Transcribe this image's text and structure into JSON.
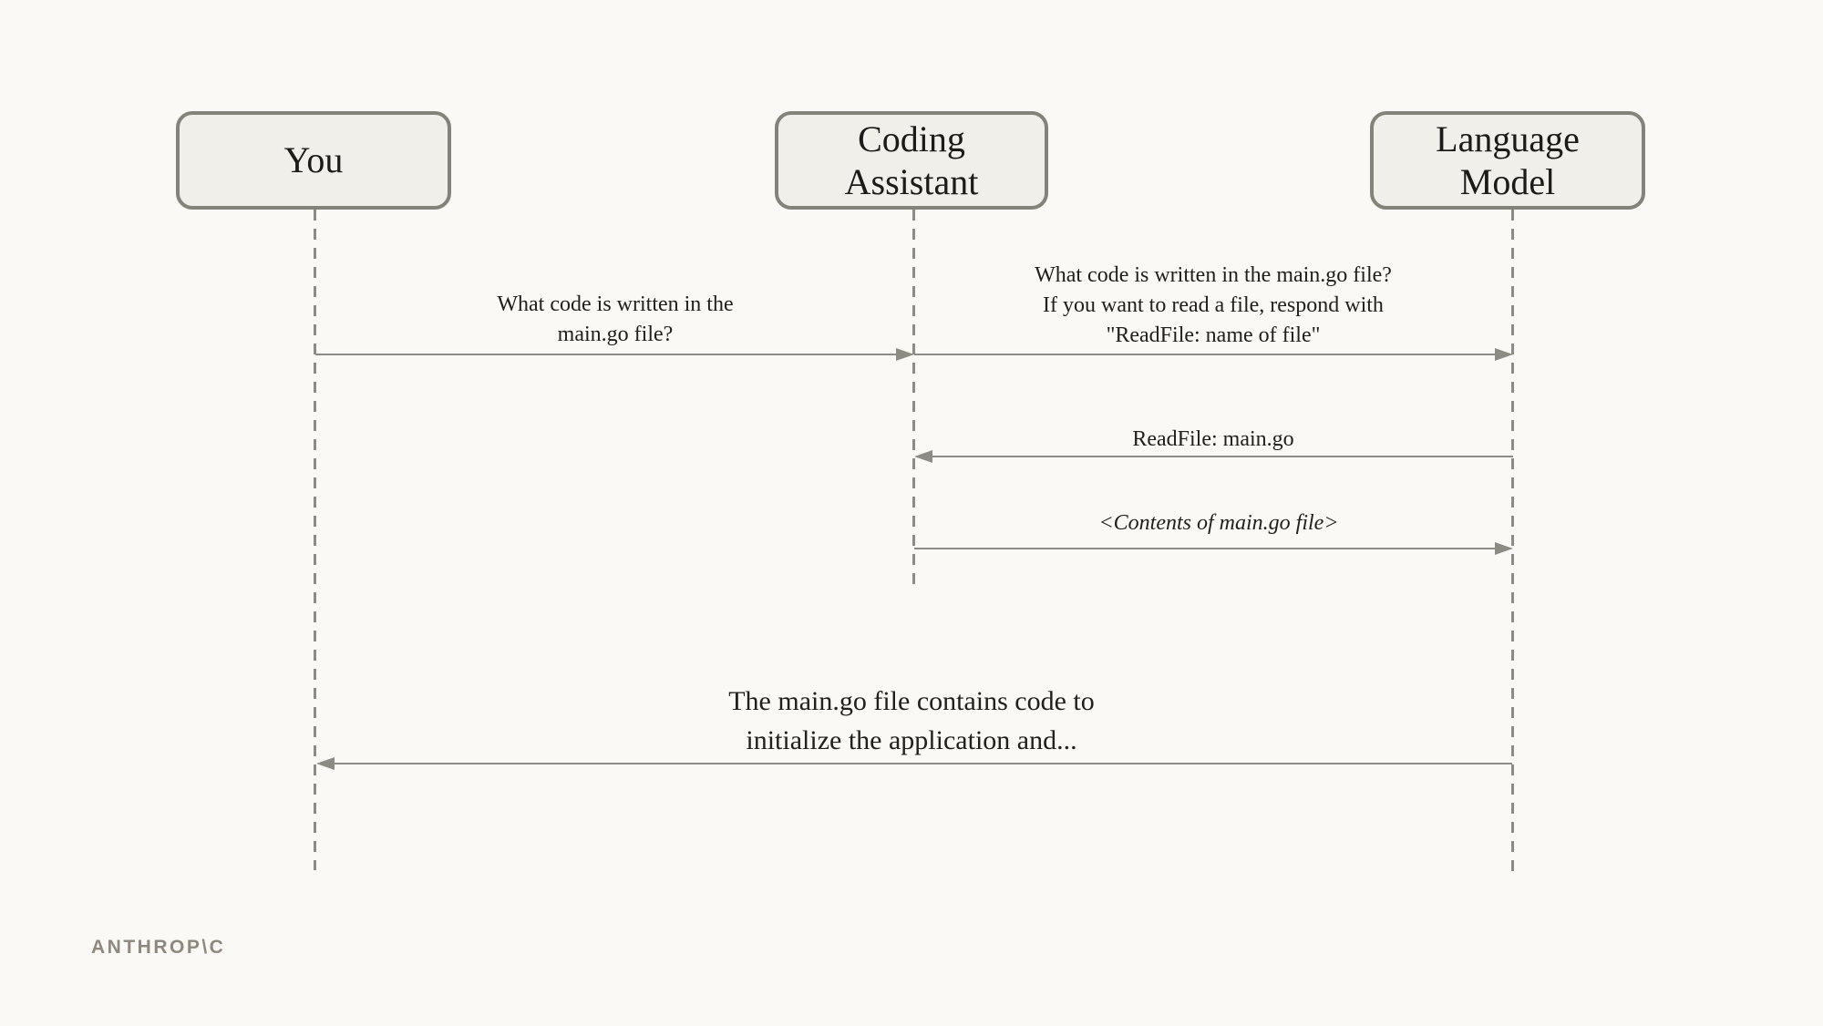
{
  "diagram": {
    "type": "sequence-diagram",
    "colors": {
      "background": "#faf9f5",
      "box_fill": "#f0efe9",
      "box_border": "#83837a",
      "line": "#8c8c84",
      "text": "#21201d",
      "logo": "#8e897c"
    },
    "actors": [
      {
        "name": "you",
        "lines": [
          "You"
        ]
      },
      {
        "name": "coding-assistant",
        "lines": [
          "Coding",
          "Assistant"
        ]
      },
      {
        "name": "language-model",
        "lines": [
          "Language",
          "Model"
        ]
      }
    ],
    "messages": [
      {
        "from": "You",
        "to": "Coding Assistant",
        "direction": "right",
        "lines": [
          "What code is written in the",
          "main.go file?"
        ]
      },
      {
        "from": "Coding Assistant",
        "to": "Language Model",
        "direction": "right",
        "lines": [
          "What code is written in the main.go file?",
          "If you want to read a file, respond with",
          "\"ReadFile: name of file\""
        ]
      },
      {
        "from": "Language Model",
        "to": "Coding Assistant",
        "direction": "left",
        "lines": [
          "ReadFile: main.go"
        ]
      },
      {
        "from": "Coding Assistant",
        "to": "Language Model",
        "direction": "right",
        "style": "italic",
        "lines": [
          "<Contents of main.go file>"
        ]
      },
      {
        "from": "Language Model",
        "to": "You",
        "direction": "left",
        "lines": [
          "The main.go file contains code to",
          "initialize the application and..."
        ]
      }
    ],
    "footer": {
      "logo_text": "ANTHROP\\C"
    }
  }
}
